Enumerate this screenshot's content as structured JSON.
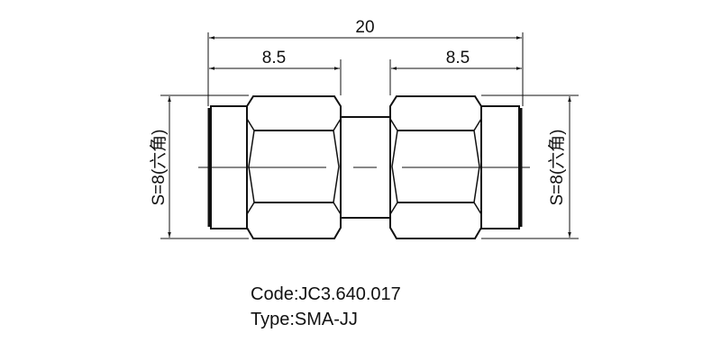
{
  "drawing": {
    "dimensions": {
      "overall_length": "20",
      "left_segment": "8.5",
      "right_segment": "8.5",
      "left_hex_size": "S=8(六角)",
      "right_hex_size": "S=8(六角)"
    },
    "line_color": "#111111",
    "background": "#ffffff"
  },
  "info": {
    "code_label": "Code:",
    "code_value": "JC3.640.017",
    "code_line": "Code:JC3.640.017",
    "type_label": "Type:",
    "type_value": "SMA-JJ",
    "type_line": "Type:SMA-JJ"
  }
}
